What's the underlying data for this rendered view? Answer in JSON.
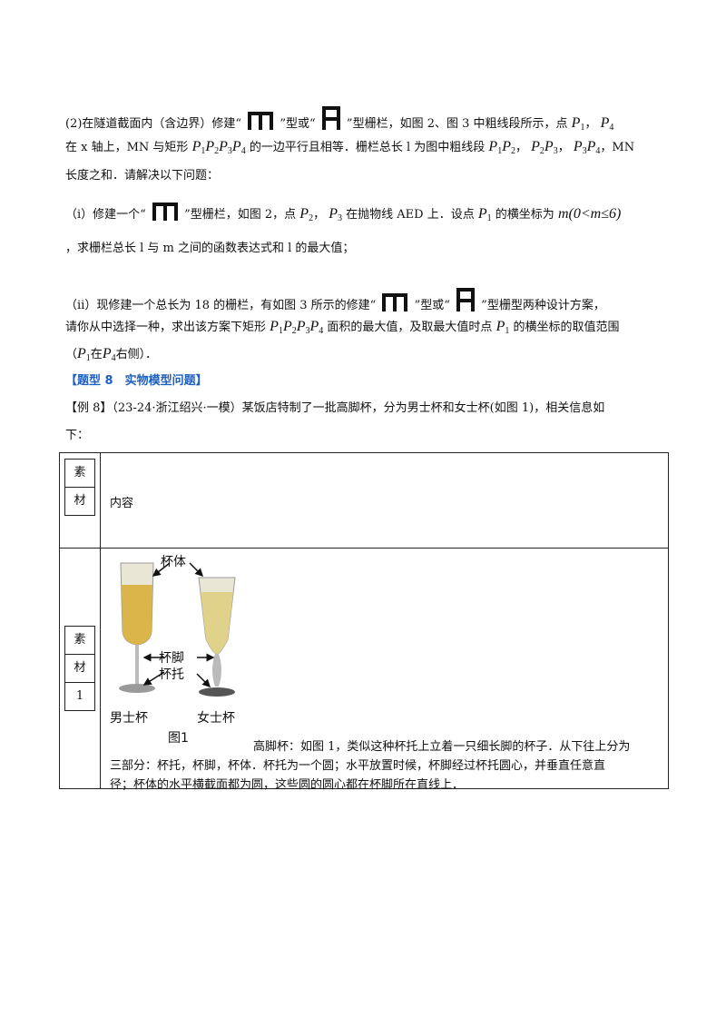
{
  "part2": {
    "l1_a": "(2)在隧道截面内（含边界）修建“",
    "l1_b": "”型或“",
    "l1_c": "”型栅栏，如图 2、图 3 中粗线段所示，点",
    "l2_a": "在 x 轴上，MN 与矩形",
    "l2_b": "的一边平行且相等．栅栏总长 l 为图中粗线段",
    "l2_c": "，MN",
    "l3": "长度之和．请解决以下问题：",
    "i_a": "（ⅰ）修建一个“",
    "i_b": "”型栅栏，如图 2，点",
    "i_c": "在抛物线 AED 上．设点",
    "i_d": "的横坐标为",
    "i_range": "m(0<m≤6)",
    "i2": "，求栅栏总长 l 与 m 之间的函数表达式和 l 的最大值；",
    "ii_a": "（ⅱ）现修建一个总长为 18 的栅栏，有如图 3 所示的修建“",
    "ii_b": "”型或“",
    "ii_c": "”型栅型两种设计方案，",
    "ii2_a": "请你从中选择一种，求出该方案下矩形",
    "ii2_b": "面积的最大值，及取最大值时点",
    "ii2_c": "的横坐标的取值范围",
    "ii3_a": "（",
    "ii3_b": "在",
    "ii3_c": "右侧）．"
  },
  "math": {
    "P1": "P",
    "P4": "P",
    "P2": "P",
    "P3": "P",
    "sub1": "1",
    "sub2": "2",
    "sub3": "3",
    "sub4": "4",
    "comma": "，"
  },
  "section_title": "【题型 8　实物模型问题】",
  "example": {
    "l1": "【例 8】（23-24·浙江绍兴·一模）某饭店特制了一批高脚杯，分为男士杯和女士杯(如图 1)，相关信息如",
    "l2": "下："
  },
  "table": {
    "row1_side": [
      "素",
      "材"
    ],
    "row1_content": "内容",
    "row2_side": [
      "素",
      "材",
      "1"
    ],
    "fig_labels": {
      "body": "杯体",
      "foot": "杯脚",
      "base": "杯托",
      "male": "男士杯",
      "female": "女士杯",
      "caption": "图1"
    },
    "description_l1": "高脚杯：如图 1，类似这种杯托上立着一只细长脚的杯子．从下往上分为",
    "description_l2": "三部分：杯托，杯脚，杯体．杯托为一个圆；水平放置时候，杯脚经过杯托圆心，并垂直任意直",
    "description_l3": "径；杯体的水平横截面都为圆，这些圆的圆心都在杯脚所在直线上．"
  },
  "colors": {
    "title": "#1f5fbf",
    "wine": "#d9b54a",
    "glass": "#e9e6d6"
  }
}
